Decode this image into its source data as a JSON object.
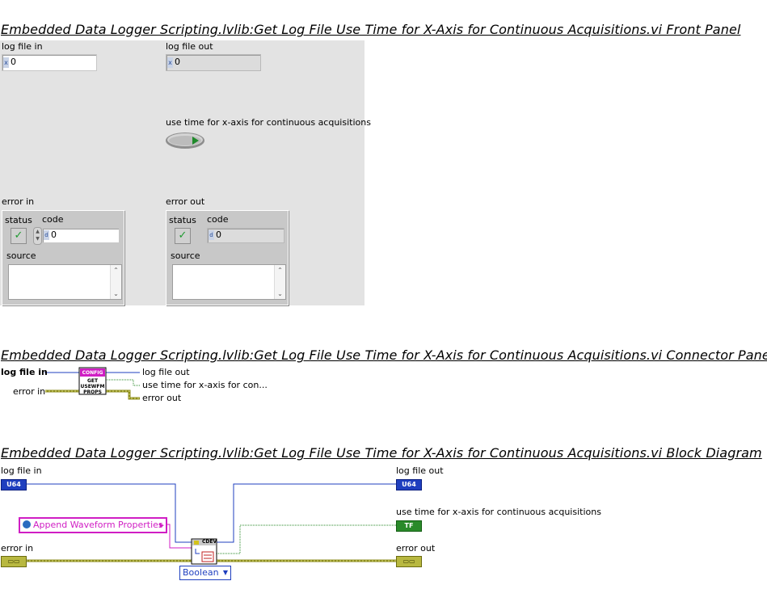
{
  "front_panel": {
    "heading": "Embedded Data Logger Scripting.lvlib:Get Log File Use Time for X-Axis for Continuous Acquisitions.vi Front Panel",
    "log_file_in": {
      "label": "log file in",
      "radix": "x",
      "value": "0"
    },
    "log_file_out": {
      "label": "log file out",
      "radix": "x",
      "value": "0"
    },
    "use_time": {
      "label": "use time for x-axis for continuous acquisitions"
    },
    "error_in": {
      "label": "error in",
      "status_label": "status",
      "code_label": "code",
      "code_value": "0",
      "source_label": "source",
      "status_icon": "checkmark-icon"
    },
    "error_out": {
      "label": "error out",
      "status_label": "status",
      "code_label": "code",
      "code_value": "0",
      "source_label": "source",
      "status_icon": "checkmark-icon"
    }
  },
  "connector_pane": {
    "heading": "Embedded Data Logger Scripting.lvlib:Get Log File Use Time for X-Axis for Continuous Acquisitions.vi Connector Pane",
    "inputs": [
      "log file in",
      "error in"
    ],
    "outputs": [
      "log file out",
      "use time for x-axis for con...",
      "error out"
    ],
    "icon_text": [
      "CONFIG",
      "GET",
      "USEWFM",
      "PROPS"
    ]
  },
  "block_diagram": {
    "heading": "Embedded Data Logger Scripting.lvlib:Get Log File Use Time for X-Axis for Continuous Acquisitions.vi Block Diagram",
    "log_file_in": {
      "label": "log file in",
      "type": "U64"
    },
    "log_file_out": {
      "label": "log file out",
      "type": "U64"
    },
    "use_time": {
      "label": "use time for x-axis for continuous acquisitions",
      "type": "TF"
    },
    "error_in": {
      "label": "error in"
    },
    "error_out": {
      "label": "error out"
    },
    "property_constant": "Append Waveform Properties",
    "node_label": "CDEV",
    "type_selector": "Boolean"
  },
  "colors": {
    "u64_wire": "#1f3fbf",
    "error_wire": "#8b8b1e",
    "bool_wire": "#2a8a2a",
    "ring_pink": "#d01ec4"
  }
}
